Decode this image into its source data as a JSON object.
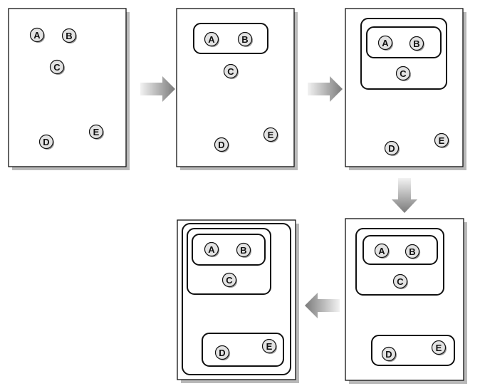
{
  "colors": {
    "panel_border": "#111111",
    "node_fill": "#e3e3e3",
    "arrow_light": "#f2f2f2",
    "arrow_dark": "#7a7a7a"
  },
  "nodes": {
    "a": "A",
    "b": "B",
    "c": "C",
    "d": "D",
    "e": "E"
  },
  "steps": [
    {
      "step": 1,
      "clusters": []
    },
    {
      "step": 2,
      "clusters": [
        [
          "A",
          "B"
        ]
      ]
    },
    {
      "step": 3,
      "clusters": [
        [
          "A",
          "B"
        ],
        [
          "A",
          "B",
          "C"
        ]
      ]
    },
    {
      "step": 4,
      "clusters": [
        [
          "A",
          "B"
        ],
        [
          "A",
          "B",
          "C"
        ],
        [
          "D",
          "E"
        ]
      ]
    },
    {
      "step": 5,
      "clusters": [
        [
          "A",
          "B"
        ],
        [
          "A",
          "B",
          "C"
        ],
        [
          "D",
          "E"
        ],
        [
          "A",
          "B",
          "C",
          "D",
          "E"
        ]
      ]
    }
  ]
}
